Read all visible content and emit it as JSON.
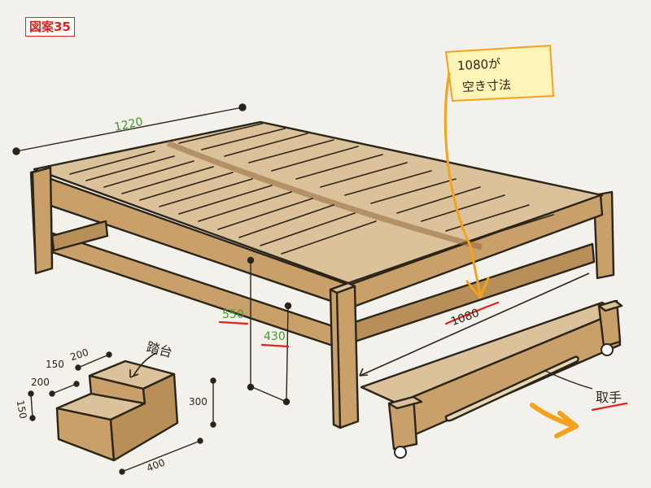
{
  "badge": {
    "label": "図案35"
  },
  "dimensions": {
    "bed_width": "1220",
    "leg_height": "550",
    "under_clearance": "430",
    "trundle_width": "1080",
    "step_top_depth": "150",
    "step_top_width": "200",
    "step_mid_depth": "200",
    "step_base_height": "150",
    "step_height": "300",
    "step_length": "400"
  },
  "callout": {
    "line1": "1080が",
    "line2": "空き寸法"
  },
  "labels": {
    "step": "踏台",
    "handle": "取手"
  },
  "colors": {
    "wood": "#c9a06a",
    "wood_dark": "#8f6a3c",
    "wood_light": "#dcc29a",
    "ink": "#2b2419",
    "green_text": "#3d9a2a",
    "red_underline": "#e3231b",
    "orange_arrow": "#f2a21c",
    "callout_bg": "#fdf4b8"
  }
}
